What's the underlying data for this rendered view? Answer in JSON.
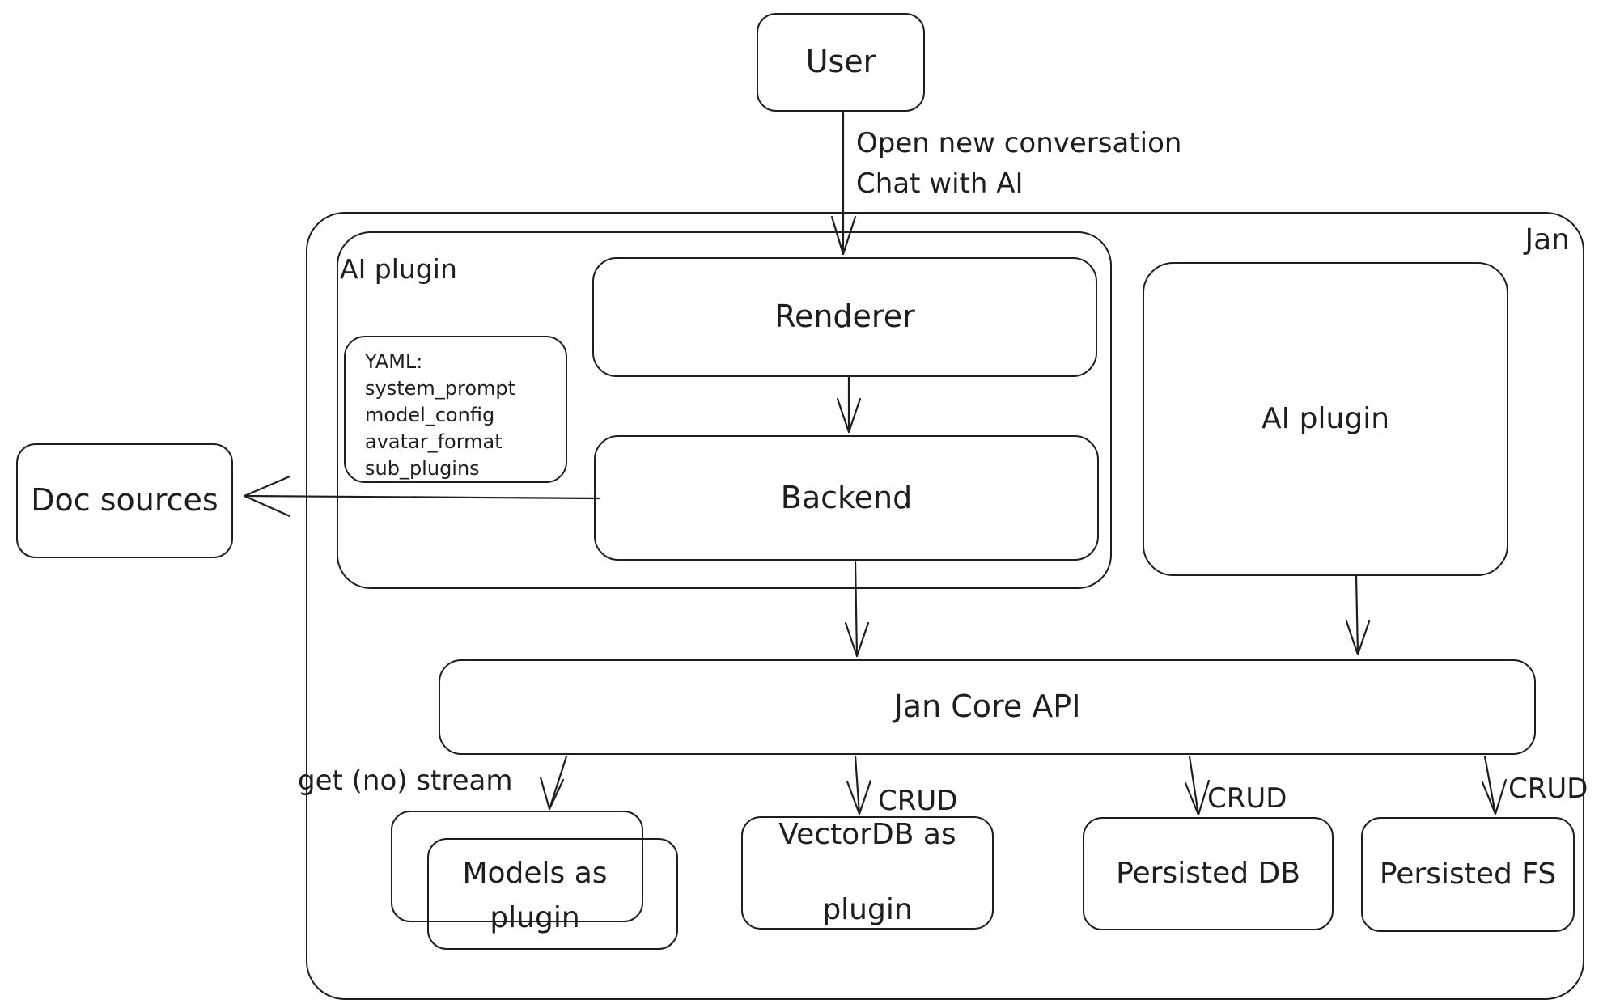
{
  "diagram": {
    "container_label": "Jan",
    "nodes": {
      "user": {
        "label": "User"
      },
      "ai_plugin_group": {
        "label": "AI plugin"
      },
      "renderer": {
        "label": "Renderer"
      },
      "backend": {
        "label": "Backend"
      },
      "yaml_note": {
        "title": "YAML:",
        "lines": [
          "system_prompt",
          "model_config",
          "avatar_format",
          "sub_plugins"
        ]
      },
      "doc_sources": {
        "label": "Doc sources"
      },
      "ai_plugin": {
        "label": "AI plugin"
      },
      "jan_core_api": {
        "label": "Jan Core API"
      },
      "models_as_plugin": {
        "line1": "Models as",
        "line2": "plugin"
      },
      "vectordb_as_plugin": {
        "line1": "VectorDB as",
        "line2": "plugin"
      },
      "persisted_db": {
        "label": "Persisted DB"
      },
      "persisted_fs": {
        "label": "Persisted FS"
      }
    },
    "edge_labels": {
      "user_action": {
        "line1": "Open new conversation",
        "line2": "Chat with AI"
      },
      "models_stream": "get (no) stream",
      "crud_vectordb": "CRUD",
      "crud_db": "CRUD",
      "crud_fs": "CRUD"
    },
    "colors": {
      "stroke": "#1e1e1e",
      "background": "#ffffff"
    }
  }
}
